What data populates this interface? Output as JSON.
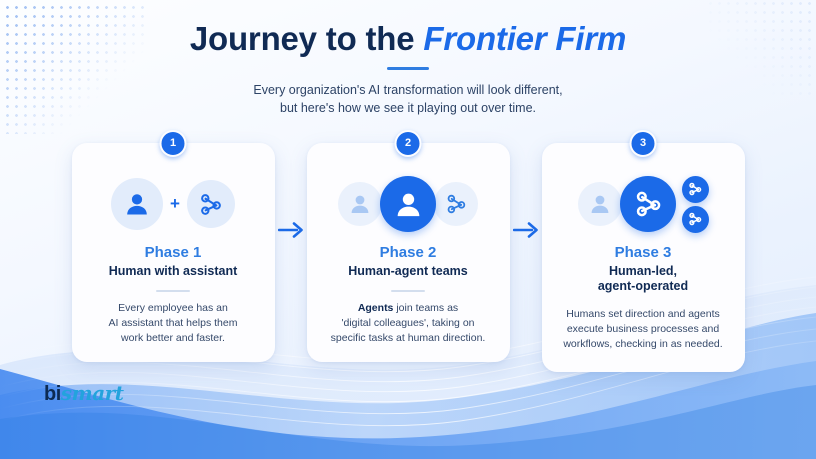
{
  "header": {
    "title_main": "Journey to the ",
    "title_accent": "Frontier Firm",
    "subtitle_line1": "Every organization's AI transformation will look different,",
    "subtitle_line2": "but here's how we see it playing out over time."
  },
  "colors": {
    "brand_blue": "#1b6ae8",
    "accent_blue": "#2f7de1",
    "navy": "#102a54",
    "body_text": "#35496a",
    "pale_circle": "#e2ecfb",
    "card_bg": "#fdfdff"
  },
  "cards": [
    {
      "badge": "1",
      "phase": "Phase 1",
      "subtitle": "Human with assistant",
      "body_line1": "Every employee has an",
      "body_line2": "AI assistant that helps them",
      "body_line3": "work better and faster.",
      "icons": [
        "person-icon",
        "plus-icon",
        "agent-network-icon"
      ]
    },
    {
      "badge": "2",
      "phase": "Phase 2",
      "subtitle": "Human-agent teams",
      "body_bold": "Agents",
      "body_line1_rest": " join teams as",
      "body_line2": "'digital colleagues', taking on",
      "body_line3": "specific tasks at human direction.",
      "icons": [
        "person-faded-icon",
        "person-solid-icon",
        "agent-network-faded-icon"
      ]
    },
    {
      "badge": "3",
      "phase": "Phase 3",
      "subtitle_line1": "Human-led,",
      "subtitle_line2": "agent-operated",
      "body_line1": "Humans set direction and agents",
      "body_line2": "execute business processes and",
      "body_line3": "workflows, checking in as needed.",
      "icons": [
        "person-faded-icon",
        "agent-network-solid-icon",
        "agent-network-small-icon",
        "agent-network-small-icon"
      ]
    }
  ],
  "connectors": {
    "arrow1": "arrow-right-icon",
    "arrow2": "arrow-right-icon"
  },
  "logo": {
    "part1": "bi",
    "part2": "smart"
  }
}
